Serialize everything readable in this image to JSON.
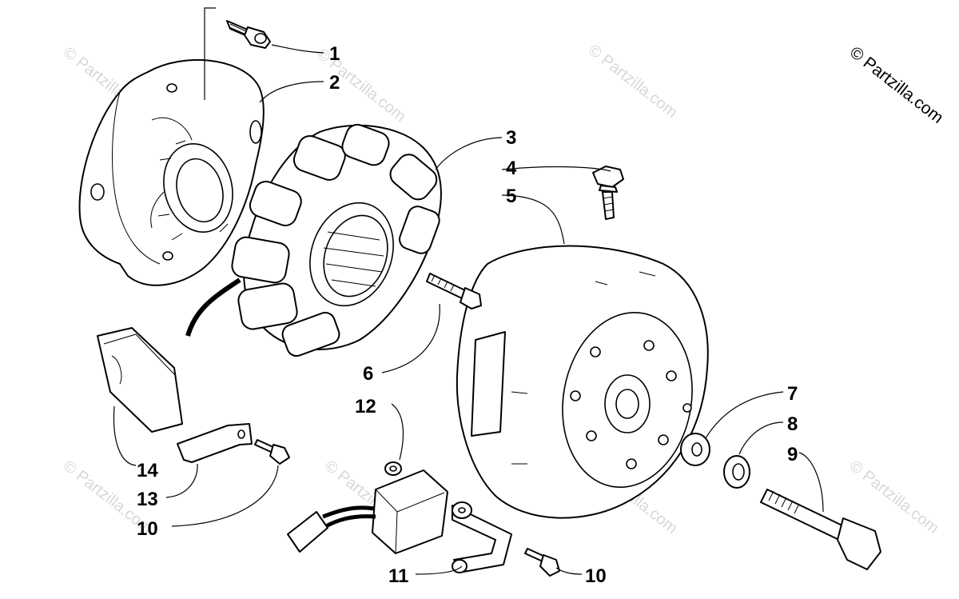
{
  "copyright": "© Partzilla.com",
  "watermark": "© Partzilla.com",
  "callouts": [
    {
      "id": "c1",
      "label": "1"
    },
    {
      "id": "c2",
      "label": "2"
    },
    {
      "id": "c3",
      "label": "3"
    },
    {
      "id": "c4",
      "label": "4"
    },
    {
      "id": "c5",
      "label": "5"
    },
    {
      "id": "c6",
      "label": "6"
    },
    {
      "id": "c7",
      "label": "7"
    },
    {
      "id": "c8",
      "label": "8"
    },
    {
      "id": "c9",
      "label": "9"
    },
    {
      "id": "c12",
      "label": "12"
    },
    {
      "id": "c14",
      "label": "14"
    },
    {
      "id": "c13",
      "label": "13"
    },
    {
      "id": "c10a",
      "label": "10"
    },
    {
      "id": "c11",
      "label": "11"
    },
    {
      "id": "c10b",
      "label": "10"
    }
  ]
}
